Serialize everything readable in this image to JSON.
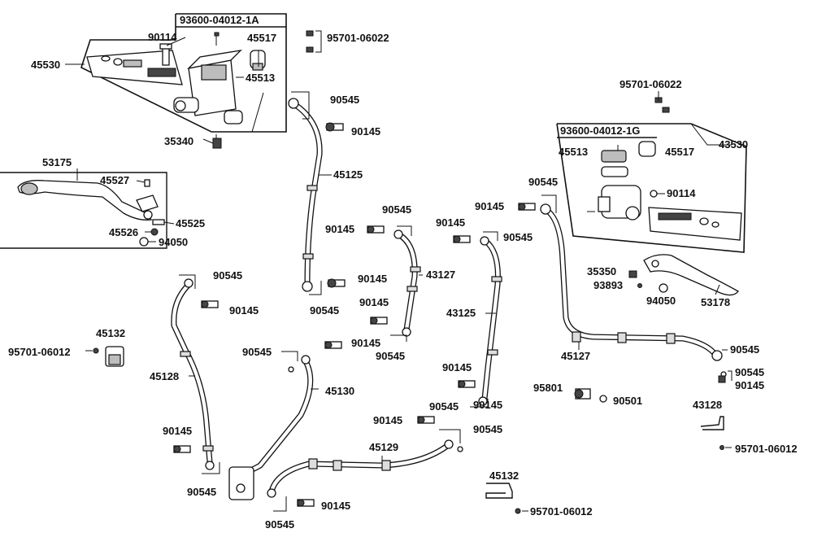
{
  "diagram": {
    "labels": [
      "93600-04012-1A",
      "90114",
      "45517",
      "95701-06022",
      "45530",
      "45513",
      "35340",
      "90545",
      "90145",
      "53175",
      "45527",
      "45525",
      "45526",
      "94050",
      "45125",
      "95701-06022",
      "93600-04012-1G",
      "43530",
      "45513",
      "45517",
      "90114",
      "90545",
      "90145",
      "90145",
      "90545",
      "90145",
      "90545",
      "90145",
      "43127",
      "90145",
      "90545",
      "90145",
      "43125",
      "90545",
      "90145",
      "90545",
      "45132",
      "95701-06012",
      "45128",
      "90545",
      "90145",
      "45130",
      "90145",
      "90545",
      "90145",
      "90545",
      "90145",
      "90545",
      "45129",
      "90545",
      "90145",
      "35350",
      "93893",
      "94050",
      "53178",
      "45127",
      "90545",
      "90545",
      "90145",
      "95801",
      "90501",
      "43128",
      "95701-06012",
      "45132",
      "95701-06012",
      "90545"
    ]
  }
}
